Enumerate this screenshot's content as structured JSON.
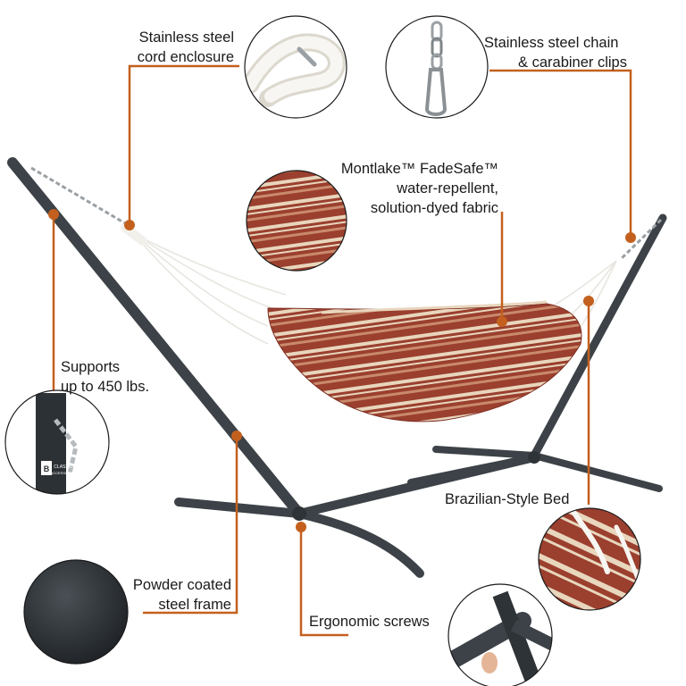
{
  "callouts": {
    "cord": {
      "line1": "Stainless steel",
      "line2": "cord enclosure"
    },
    "chain": {
      "line1": "Stainless steel chain",
      "line2": "& carabiner clips"
    },
    "fabric": {
      "line1": "Montlake™ FadeSafe™",
      "line2": "water-repellent,",
      "line3": "solution-dyed fabric"
    },
    "supports": {
      "line1": "Supports",
      "line2": "up to 450 lbs."
    },
    "bed": {
      "line1": "Brazilian-Style Bed"
    },
    "frame": {
      "line1": "Powder coated",
      "line2": "steel frame"
    },
    "screws": {
      "line1": "Ergonomic screws"
    }
  },
  "badge": {
    "line1": "CLASSIC",
    "line2": "ACCESSORIES"
  },
  "colors": {
    "accent": "#c4601e",
    "frame": "#3c4247",
    "stripe_red": "#9b3f2e",
    "stripe_cream": "#e8d6bd",
    "rope": "#f2f0ea"
  }
}
